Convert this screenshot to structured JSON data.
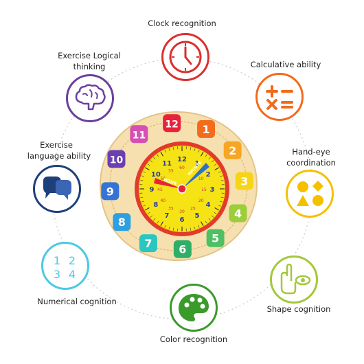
{
  "skills": {
    "clock": {
      "label": "Clock recognition",
      "color": "#d9302e",
      "icon": "clock-icon"
    },
    "calc": {
      "label": "Calculative ability",
      "color": "#f26a1b",
      "icon": "math-operators-icon"
    },
    "handeye": {
      "label_line1": "Hand-eye",
      "label_line2": "coordination",
      "color": "#f5c000",
      "icon": "shapes-icon"
    },
    "shape": {
      "label": "Shape cognition",
      "color": "#a4c83a",
      "icon": "hand-eye-icon"
    },
    "color": {
      "label": "Color recognition",
      "color": "#3a9a2a",
      "icon": "palette-icon"
    },
    "numerical": {
      "label": "Numerical cognition",
      "color": "#4cc8e6",
      "icon": "numbers-icon",
      "digits": [
        "1",
        "2",
        "3",
        "4"
      ]
    },
    "language": {
      "label_line1": "Exercise",
      "label_line2": "language ability",
      "color": "#1f3f7a",
      "icon": "speech-bubbles-icon"
    },
    "logic": {
      "label_line1": "Exercise Logical",
      "label_line2": "thinking",
      "color": "#6b3fa0",
      "icon": "brain-icon"
    }
  },
  "toy": {
    "hour_label": "HOUR",
    "minute_label": "MINUTE",
    "face_numbers": [
      "1",
      "2",
      "3",
      "4",
      "5",
      "6",
      "7",
      "8",
      "9",
      "10",
      "11",
      "12"
    ],
    "minute_numbers": [
      "5",
      "10",
      "15",
      "20",
      "25",
      "30",
      "35",
      "40",
      "45",
      "50",
      "55",
      "60"
    ],
    "blocks": [
      {
        "n": "1",
        "color": "#f36b1c"
      },
      {
        "n": "2",
        "color": "#f6a623"
      },
      {
        "n": "3",
        "color": "#f7d417"
      },
      {
        "n": "4",
        "color": "#9ccd3a"
      },
      {
        "n": "5",
        "color": "#4fbf63"
      },
      {
        "n": "6",
        "color": "#2fae67"
      },
      {
        "n": "7",
        "color": "#2cc6c0"
      },
      {
        "n": "8",
        "color": "#2e9fe0"
      },
      {
        "n": "9",
        "color": "#3474d6"
      },
      {
        "n": "10",
        "color": "#6a3fb0"
      },
      {
        "n": "11",
        "color": "#d64fb3"
      },
      {
        "n": "12",
        "color": "#e8223a"
      }
    ]
  }
}
